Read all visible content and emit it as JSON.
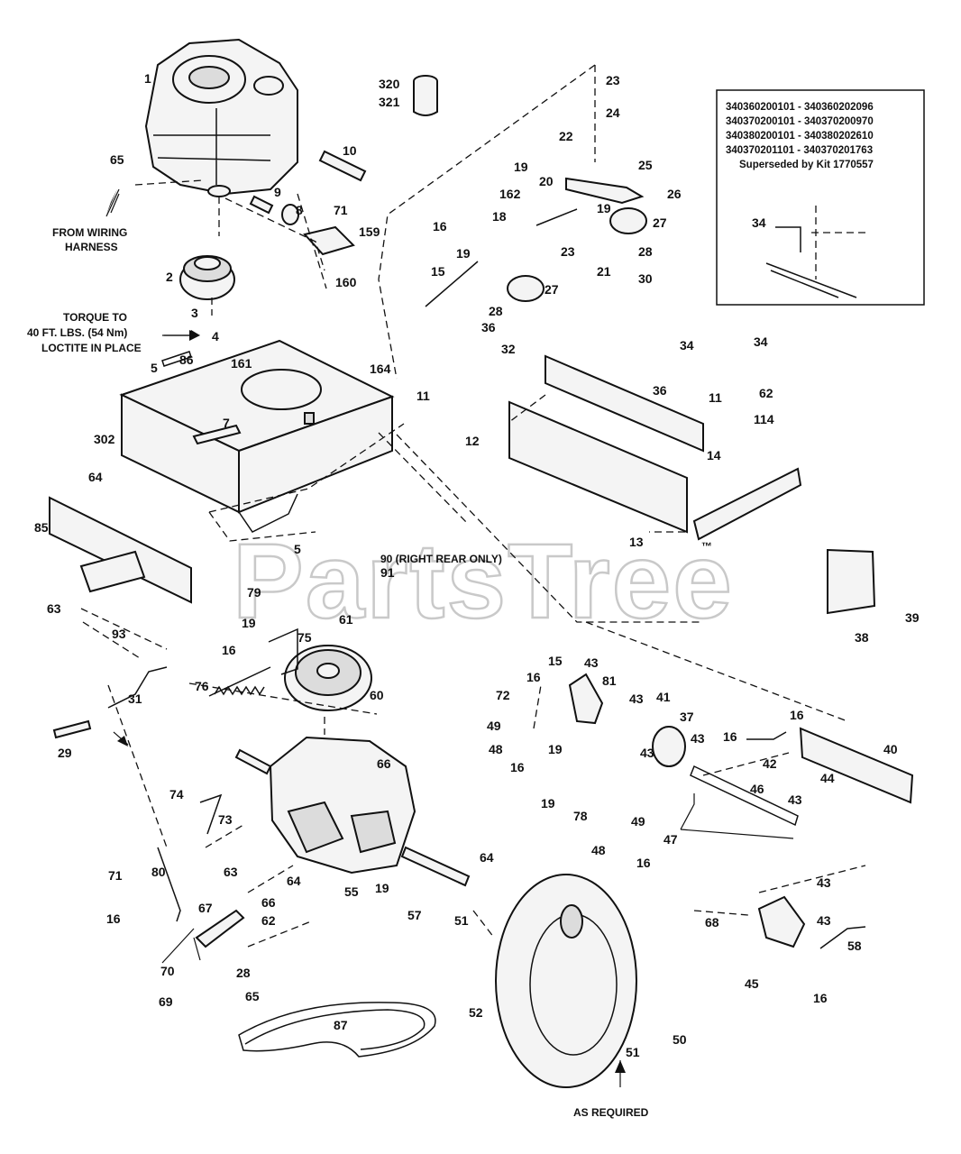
{
  "watermark": "PartsTree",
  "trademark": "™",
  "inset": {
    "serials": [
      "340360200101 - 340360202096",
      "340370200101 - 340370200970",
      "340380200101 - 340380202610",
      "340370201101 - 340370201763"
    ],
    "superseded": "Superseded by Kit 1770557",
    "part_number": "34"
  },
  "notes": {
    "wiring": [
      "FROM WIRING",
      "HARNESS"
    ],
    "torque": [
      "TORQUE TO",
      "40 FT. LBS. (54 Nm)",
      "LOCTITE IN PLACE"
    ],
    "right_rear": "90 (RIGHT REAR ONLY)",
    "right_rear_91": "91",
    "as_required": "AS REQUIRED"
  },
  "callouts": {
    "c1": "1",
    "c65a": "65",
    "c10": "10",
    "c9": "9",
    "c8": "8",
    "c71a": "71",
    "c159": "159",
    "c2": "2",
    "c160": "160",
    "c3": "3",
    "c4": "4",
    "c5a": "5",
    "c86": "86",
    "c161": "161",
    "c164": "164",
    "c11a": "11",
    "c302": "302",
    "c7": "7",
    "c320": "320",
    "c321": "321",
    "c23a": "23",
    "c24": "24",
    "c22": "22",
    "c25": "25",
    "c26": "26",
    "c19a": "19",
    "c162": "162",
    "c20": "20",
    "c19b": "19",
    "c27a": "27",
    "c18": "18",
    "c16a": "16",
    "c19c": "19",
    "c23b": "23",
    "c28a": "28",
    "c30": "30",
    "c21": "21",
    "c15a": "15",
    "c28b": "28",
    "c27b": "27",
    "c36a": "36",
    "c32": "32",
    "c34a": "34",
    "c34b": "34",
    "c36b": "36",
    "c11b": "11",
    "c62a": "62",
    "c114": "114",
    "c12": "12",
    "c14": "14",
    "c13": "13",
    "c64a": "64",
    "c85": "85",
    "c5b": "5",
    "c79": "79",
    "c19d": "19",
    "c61": "61",
    "c63a": "63",
    "c93": "93",
    "c16b": "16",
    "c75": "75",
    "c76": "76",
    "c60": "60",
    "c31": "31",
    "c29": "29",
    "c66a": "66",
    "c74": "74",
    "c73": "73",
    "c64b": "64",
    "c63b": "63",
    "c64c": "64",
    "c55": "55",
    "c19e": "19",
    "c57": "57",
    "c51a": "51",
    "c66b": "66",
    "c62b": "62",
    "c80": "80",
    "c71b": "71",
    "c67": "67",
    "c16c": "16",
    "c70": "70",
    "c28c": "28",
    "c65b": "65",
    "c69": "69",
    "c87": "87",
    "c52": "52",
    "c51b": "51",
    "c50": "50",
    "c72": "72",
    "c15b": "15",
    "c16d": "16",
    "c43a": "43",
    "c81": "81",
    "c43b": "43",
    "c41": "41",
    "c37": "37",
    "c49a": "49",
    "c48a": "48",
    "c19f": "19",
    "c43c": "43",
    "c43d": "43",
    "c16e": "16",
    "c19g": "19",
    "c78": "78",
    "c49b": "49",
    "c48b": "48",
    "c16f": "16",
    "c16g": "16",
    "c16h": "16",
    "c42": "42",
    "c40": "40",
    "c46": "46",
    "c43e": "43",
    "c44": "44",
    "c47": "47",
    "c38": "38",
    "c39": "39",
    "c68": "68",
    "c43f": "43",
    "c43g": "43",
    "c58": "58",
    "c45": "45",
    "c16i": "16"
  }
}
